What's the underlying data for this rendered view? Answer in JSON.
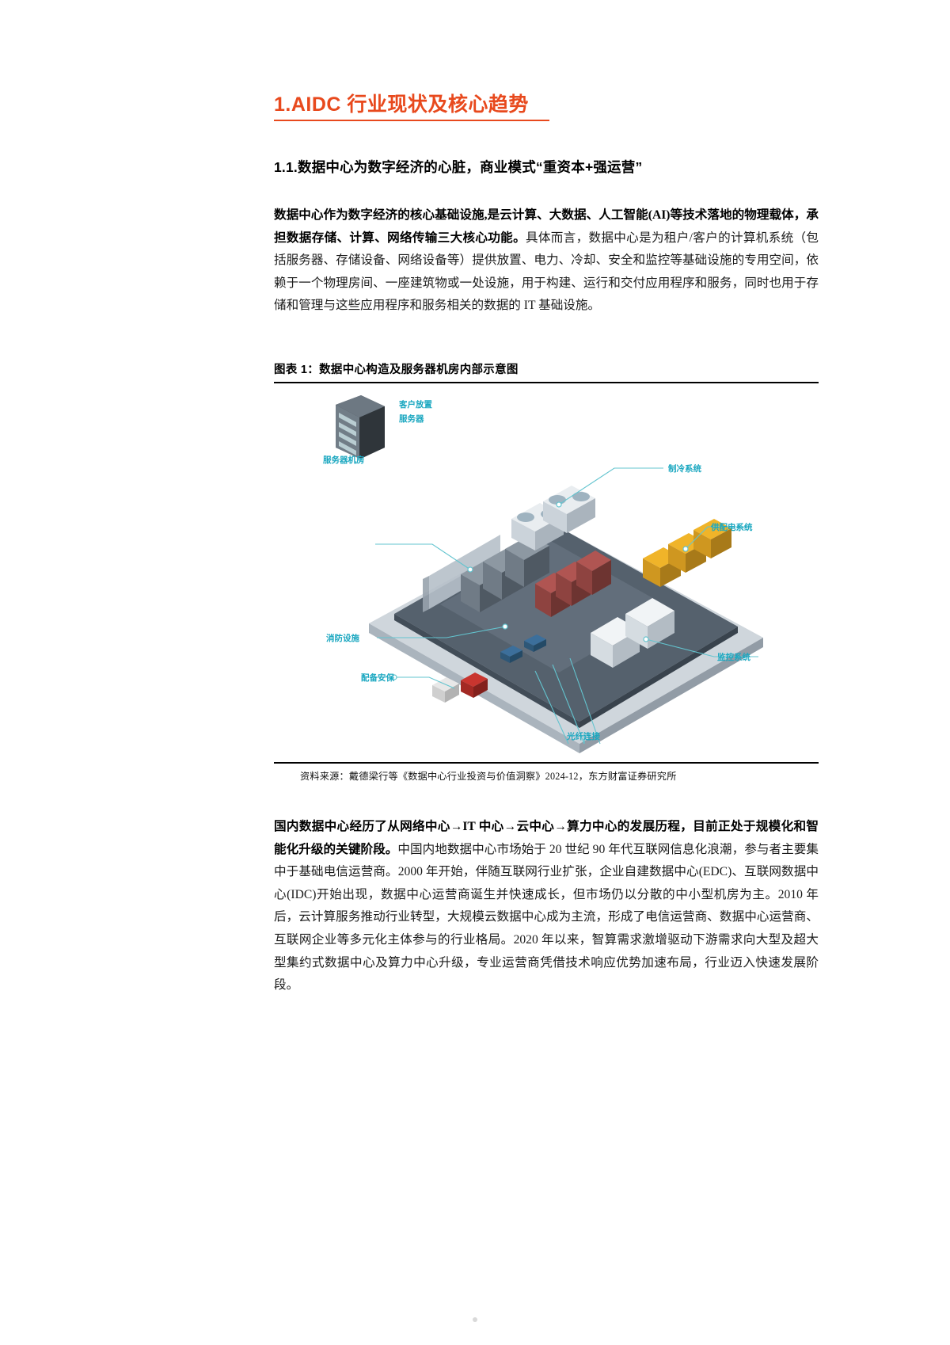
{
  "section": {
    "heading": "1.AIDC 行业现状及核心趋势",
    "heading_color": "#E8491D",
    "subheading": "1.1.数据中心为数字经济的心脏，商业模式“重资本+强运营”"
  },
  "paragraphs": {
    "p1_lead": "数据中心作为数字经济的核心基础设施,是云计算、大数据、人工智能(AI)等技术落地的物理载体，承担数据存储、计算、网络传输三大核心功能。",
    "p1_rest": "具体而言，数据中心是为租户/客户的计算机系统（包括服务器、存储设备、网络设备等）提供放置、电力、冷却、安全和监控等基础设施的专用空间，依赖于一个物理房间、一座建筑物或一处设施，用于构建、运行和交付应用程序和服务，同时也用于存储和管理与这些应用程序和服务相关的数据的 IT 基础设施。",
    "p2_lead": "国内数据中心经历了从网络中心→IT 中心→云中心→算力中心的发展历程，目前正处于规模化和智能化升级的关键阶段。",
    "p2_rest": "中国内地数据中心市场始于 20 世纪 90 年代互联网信息化浪潮，参与者主要集中于基础电信运营商。2000 年开始，伴随互联网行业扩张，企业自建数据中心(EDC)、互联网数据中心(IDC)开始出现，数据中心运营商诞生并快速成长，但市场仍以分散的中小型机房为主。2010 年后，云计算服务推动行业转型，大规模云数据中心成为主流，形成了电信运营商、数据中心运营商、互联网企业等多元化主体参与的行业格局。2020 年以来，智算需求激增驱动下游需求向大型及超大型集约式数据中心及算力中心升级，专业运营商凭借技术响应优势加速布局，行业迈入快速发展阶段。"
  },
  "figure": {
    "title": "图表 1：数据中心构造及服务器机房内部示意图",
    "source": "资料来源：戴德梁行等《数据中心行业投资与价值洞察》2024-12，东方财富证券研究所",
    "label_color": "#1aa7c0",
    "labels": [
      {
        "id": "client-server",
        "text_line1": "客户放置",
        "text_line2": "服务器"
      },
      {
        "id": "cooling-system",
        "text_line1": "制冷系统",
        "text_line2": ""
      },
      {
        "id": "server-room",
        "text_line1": "服务器机房",
        "text_line2": ""
      },
      {
        "id": "power-supply",
        "text_line1": "供配电系统",
        "text_line2": ""
      },
      {
        "id": "fire-protection",
        "text_line1": "消防设施",
        "text_line2": ""
      },
      {
        "id": "monitoring",
        "text_line1": "监控系统",
        "text_line2": ""
      },
      {
        "id": "security-staff",
        "text_line1": "配备安保",
        "text_line2": ""
      },
      {
        "id": "fiber-link",
        "text_line1": "光纤连接",
        "text_line2": ""
      }
    ]
  }
}
